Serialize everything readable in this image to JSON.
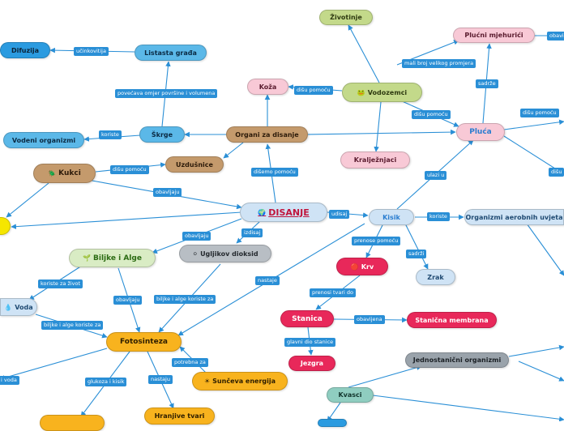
{
  "nodes": {
    "disanje": {
      "label": "DISANJE",
      "icon": "globe-icon",
      "glyph": "🌍"
    },
    "organi": {
      "label": "Organi za disanje"
    },
    "skrge": {
      "label": "Škrge"
    },
    "listasta": {
      "label": "Listasta građa"
    },
    "difuzija": {
      "label": "Difuzija"
    },
    "vodeni": {
      "label": "Vodeni organizmi"
    },
    "uzdusnice": {
      "label": "Uzdušnice"
    },
    "kukci": {
      "label": "Kukci",
      "icon": "beetle-icon",
      "glyph": "🪲"
    },
    "koza": {
      "label": "Koža"
    },
    "vodozemci": {
      "label": "Vodozemci",
      "icon": "frog-icon",
      "glyph": "🐸"
    },
    "zivotinje": {
      "label": "Životinje"
    },
    "plucni": {
      "label": "Plućni mjehurići"
    },
    "pluca": {
      "label": "Pluća"
    },
    "kraljeznjaci": {
      "label": "Kralježnjaci"
    },
    "kisik": {
      "label": "Kisik"
    },
    "aerobni": {
      "label": "Organizmi aerobnih uvjeta"
    },
    "krv": {
      "label": "Krv",
      "icon": "blood-drop-icon",
      "glyph": "🔴"
    },
    "zrak": {
      "label": "Zrak"
    },
    "stanica": {
      "label": "Stanica"
    },
    "membrana": {
      "label": "Stanična membrana"
    },
    "jezgra": {
      "label": "Jezgra"
    },
    "jednostanicni": {
      "label": "Jednostanični organizmi"
    },
    "kvasci": {
      "label": "Kvasci"
    },
    "ugljikov": {
      "label": "Ugljikov dioksid",
      "icon": "molecule-icon",
      "glyph": "⚪"
    },
    "biljke": {
      "label": "Biljke i Alge",
      "icon": "sprout-icon",
      "glyph": "🌱"
    },
    "voda": {
      "label": "Voda",
      "icon": "water-drop-icon",
      "glyph": "💧"
    },
    "fotosinteza": {
      "label": "Fotosinteza"
    },
    "suncevа": {
      "label": "Sunčeva energija",
      "icon": "sun-icon",
      "glyph": "☀"
    },
    "hranjive": {
      "label": "Hranjive tvari"
    }
  },
  "edge_labels": {
    "ucinkovitija": "učinkovitija",
    "povecava": "povećava omjer površine i volumena",
    "koriste_skrge": "koriste",
    "disu_pomocu_kukci": "dišu pomoću",
    "obavljaju_kukci": "obavljaju",
    "disemo_pomocu": "dišemo pomoću",
    "disu_pomocu_koza": "dišu pomoću",
    "disu_pomocu_pluca": "dišu pomoću",
    "mali_broj": "mali broj velikog promjera",
    "sadrze_pluca": "sadrže",
    "disu_pomocu_right": "dišu pomoću",
    "disu_right2": "dišu",
    "obavi_right": "obavi",
    "ulazi_u": "ulazi u",
    "udisaj": "udisaj",
    "koriste_aerobni": "koriste",
    "izdisaj": "izdisaj",
    "obavljaju_left": "obavljaju",
    "prenose_pomocu": "prenose pomoću",
    "sadrzi_zrak": "sadrži",
    "prenosi_tvari": "prenosi tvari do",
    "obavijena": "obavijena",
    "glavni_dio": "glavni dio stanice",
    "nastaje_stanica": "nastaje",
    "koriste_za_zivot": "koriste za život",
    "obavljaju_biljke": "obavljaju",
    "biljke_koriste_ugljikov": "biljke i alge koriste za",
    "biljke_koriste_voda": "biljke i alge koriste za",
    "i_voda": "i voda",
    "potrebna_za": "potrebna za",
    "glukoza": "glukoza i kisik",
    "nastaju": "nastaju"
  },
  "colors": {
    "edge": "#2a8fd6",
    "label_bg": "#2a8fd6"
  }
}
